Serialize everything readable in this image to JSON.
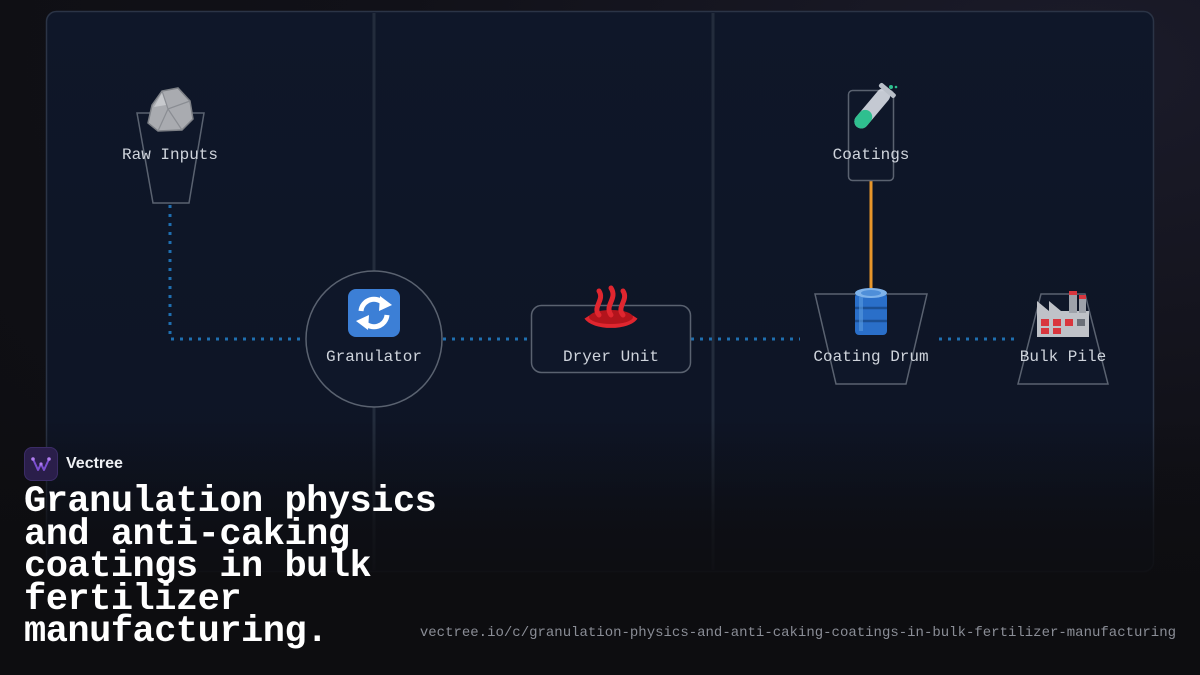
{
  "diagram": {
    "nodes": [
      {
        "id": "raw-inputs",
        "label": "Raw Inputs",
        "icon": "rock-icon",
        "shape": "trapezoid-down"
      },
      {
        "id": "granulator",
        "label": "Granulator",
        "icon": "cycle-arrows-icon",
        "shape": "circle"
      },
      {
        "id": "dryer-unit",
        "label": "Dryer Unit",
        "icon": "hot-springs-icon",
        "shape": "rounded-rect"
      },
      {
        "id": "coating-drum",
        "label": "Coating Drum",
        "icon": "oil-drum-icon",
        "shape": "trapezoid-down"
      },
      {
        "id": "bulk-pile",
        "label": "Bulk Pile",
        "icon": "factory-icon",
        "shape": "trapezoid-up"
      },
      {
        "id": "coatings",
        "label": "Coatings",
        "icon": "test-tube-icon",
        "shape": "rect"
      }
    ],
    "edges": [
      {
        "from": "raw-inputs",
        "to": "granulator",
        "style": "dotted",
        "color": "#1f6fb0"
      },
      {
        "from": "granulator",
        "to": "dryer-unit",
        "style": "dotted",
        "color": "#1f6fb0"
      },
      {
        "from": "dryer-unit",
        "to": "coating-drum",
        "style": "dotted",
        "color": "#1f6fb0"
      },
      {
        "from": "coating-drum",
        "to": "bulk-pile",
        "style": "dotted",
        "color": "#1f6fb0"
      },
      {
        "from": "coatings",
        "to": "coating-drum",
        "style": "solid",
        "color": "#e8962a"
      }
    ]
  },
  "brand": {
    "name": "Vectree",
    "icon": "vectree-logo-icon",
    "accent": "#7b4fd0"
  },
  "title": "Granulation physics and anti-caking coatings in bulk fertilizer manufacturing.",
  "url": "vectree.io/c/granulation-physics-and-anti-caking-coatings-in-bulk-fertilizer-manufacturing",
  "colors": {
    "panel": "#0f1729",
    "panel_border": "#2b3446",
    "node_stroke": "#5a6270",
    "flow": "#1f6fb0",
    "coating_flow": "#e8962a"
  }
}
